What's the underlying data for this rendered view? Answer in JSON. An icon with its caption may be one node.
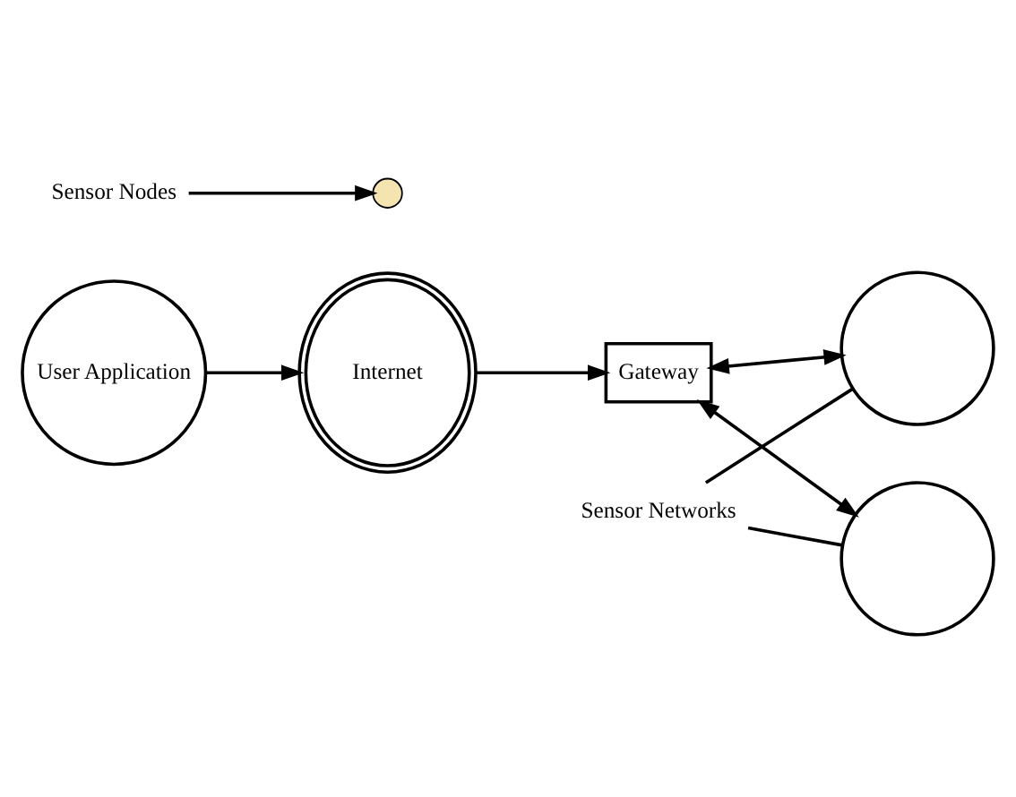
{
  "diagram": {
    "nodes": [
      {
        "text": [
          "Internet"
        ]
      },
      {
        "text": [
          "Gateway"
        ]
      },
      {
        "text": [
          "User Application"
        ]
      },
      {
        "text": [],
        "shape": "circle"
      },
      {
        "text": [],
        "shape": "circle"
      },
      {
        "text": [
          "Sensor Networks"
        ]
      },
      {
        "text": [
          "Sensor Nodes"
        ]
      },
      {
        "text": [],
        "shape": "circle"
      }
    ],
    "edges": [
      {
        "from": 2,
        "to": 0,
        "arrow": "to"
      },
      {
        "from": 0,
        "to": 1,
        "arrow": "to"
      },
      {
        "from": 1,
        "to": 3,
        "arrow": "both"
      },
      {
        "from": 1,
        "to": 4,
        "arrow": "both"
      },
      {
        "from": 5,
        "to": 3,
        "arrow": "none"
      },
      {
        "from": 5,
        "to": 4,
        "arrow": "none"
      },
      {
        "from": 6,
        "to": 7,
        "arrow": "to"
      }
    ]
  }
}
